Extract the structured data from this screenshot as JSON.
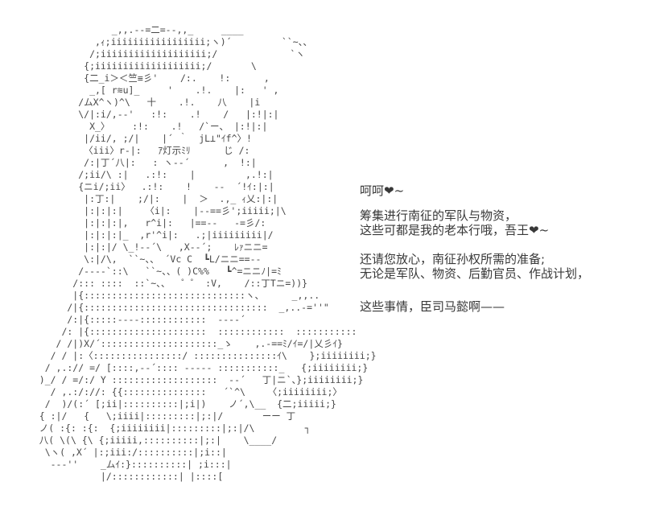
{
  "page": {
    "background_color": "#ffffff",
    "art_color": "#474747",
    "text_color": "#383838"
  },
  "ascii_art": {
    "lines": [
      "                _,,.--=二=--,,_     ____",
      "             ,ｨ;iiiiiiiiiiiiiiiii;ヽ)´         ``~、、",
      "            /;iiiiiiiiiiiiiiiiiii;/             `ヽ",
      "           {;iiiiiiiiiiiiiiiiiii;/       \\",
      "           {二_i＞＜竺≡彡'    /:.    !:      ,",
      "            _,[ r≋u]_     '    .!.    |:   ' ,",
      "          /ムX^ヽ)^\\   十    .!.    八    |i",
      "          \\/|:i/,--'   :!:    .!    /   |:!|:|",
      "            X_〉    :!:    .!   /`ー、 |:!|:|",
      "           |/ii/, ;/|    |´ ｀  jL⊥\"ｲf^〉!",
      "           〈iii〉r-|:   ｱ灯示ﾐﾘ      じ /:",
      "           /:|丁´八|:   : ヽ--´      ,  !:|",
      "          /;ii/\\ :|   .:!:    |         ,.!:|",
      "          {ニi/;ii〉  .:!:    !    --  ´!ｲ:|:|",
      "           |:丁:|    ;/|:    |  ＞  .,_ ｨ乂:|:|",
      "           |:|:|:|    〈i|:    |--==彡';iiiii;|\\",
      "           |:|:|:|,   r^i|:   |==--   -=彡/:",
      "           |:|:|:|_  ,r'^i|:   .;|iiiiiiiii|/",
      "           |:|:|/ \\_!--´\\   ,X--´;    ﾚｧニニ=",
      "           \\:|/\\,  ``~、、 ´Vc C  ┗L/ニニ==--",
      "          /----`::\\   ``~、、( )C%%   ┗^=ニニﾉ|=ﾐ",
      "         /::: ::::  ::`~、、  ゜゜ :V,    /::丁Tニ=))}",
      "         |{:::::::::::::::::::::::::::::ヽ、     _,,..",
      "        /|{:::::::::::::::::::::::::::::::::  _,..-=''\"",
      "        /:|{:::::----::::::::::::  ----´",
      "       /: |{:::::::::::::::::::::  ::::::::::::  :::::::::::",
      "      / /|)X/´:::::::::::::::::::::_ゝ    ,.-==ﾐ/ｲ=/|乂彡ｲ}",
      "     / / |:〈::::::::::::::::/ :::::::::::::::ｲ\\    };iiiiiiii;}",
      "    / ,.:// =/ [::::,--´:::: ----- :::::::::::_   {;iiiiiiii;}",
      "   )_/ / =/:/ Y :::::::::::::::::::  --´   丁|ニ`、};iiiiiiii;}",
      "     / ,.:/://: {{:::::::::::::::   ´`^\\    〈;iiiiiiii;〉",
      "    /  )/(:´ [;ii|::::::::::|;i|)    ノ´,\\__  {二;iiiii;}",
      "   { :|/   {   \\;iiii|:::::::::|;:|/       ーー 丁",
      "   ノ( :{: :{:  {;iiiiiiii|:::::::::|;:|/\\         ┐",
      "   八( \\(\\ {\\ {;iiiii,::::::::::|;:|    \\____/",
      "    \\ヽ( ,X´ |:;iii:/::::::::::|;i::|",
      "     ---''    _ムｲ:}::::::::::| ;i:::|",
      "              |/::::::::::::| |::::["
    ]
  },
  "dialogue": {
    "blocks": [
      {
        "lines": [
          "呵呵❤~"
        ]
      },
      {
        "lines": [
          "筹集进行南征的军队与物资，",
          "这些可都是我的老本行哦，吾王❤~"
        ]
      },
      {
        "lines": [
          "还请您放心，南征孙权所需的准备;",
          "无论是军队、物资、后勤官员、作战计划，"
        ]
      },
      {
        "lines": [
          "这些事情，臣司马懿啊——"
        ]
      }
    ]
  }
}
